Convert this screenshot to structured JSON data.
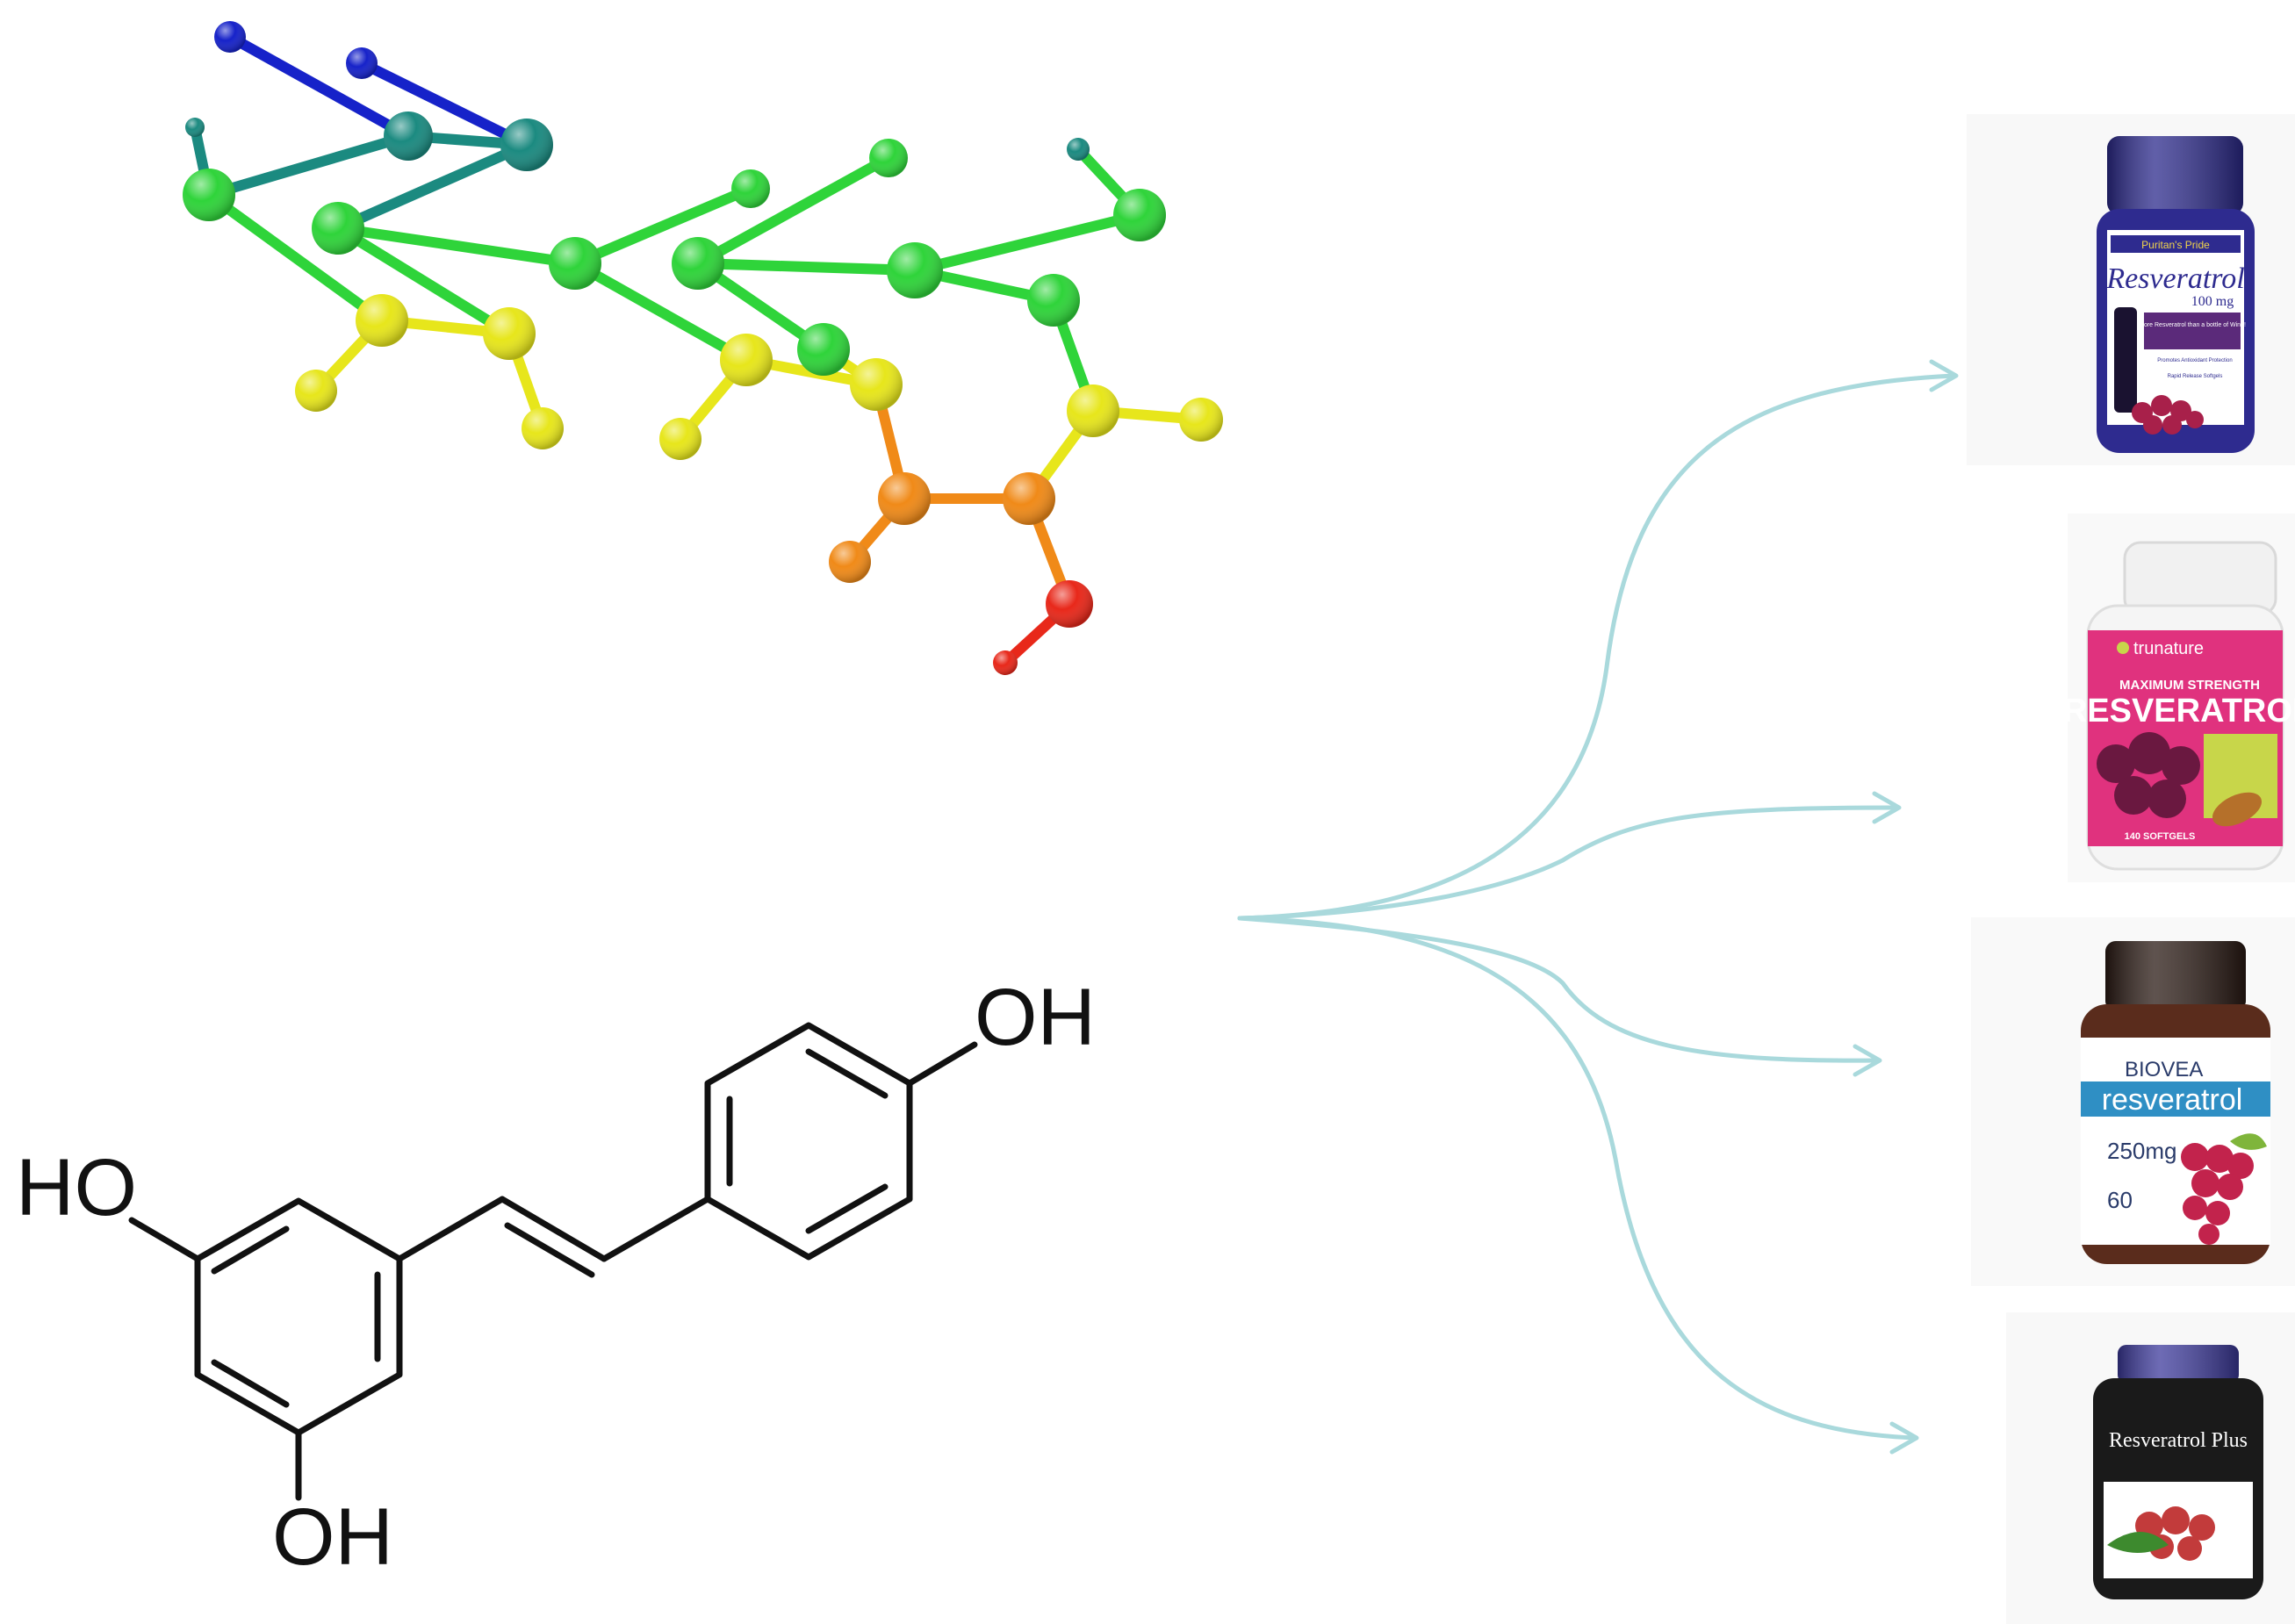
{
  "structure": {
    "labels": {
      "oh_top": "OH",
      "ho_left": "HO",
      "oh_bottom": "OH"
    }
  },
  "products": [
    {
      "name": "product-puritans-pride",
      "brand": "Puritan's Pride",
      "title": "Resveratrol",
      "dose": "100 mg",
      "tagline": "More Resveratrol than a bottle of Wine!",
      "claims": [
        "Promotes Antioxidant Protection",
        "Rapid Release Softgels"
      ],
      "colors": {
        "cap": "#2c2a8c",
        "body": "#2e2b8f",
        "label": "#ffffff",
        "band": "#5b2a7a"
      }
    },
    {
      "name": "product-trunature",
      "brand": "trunature",
      "subtitle": "MAXIMUM STRENGTH",
      "title": "RESVERATROL",
      "count": "140 SOFTGELS",
      "colors": {
        "cap": "#f3f3f3",
        "body": "#f5f5f5",
        "label": "#e0327e",
        "band": "#c8d64a"
      }
    },
    {
      "name": "product-biovea",
      "brand": "BIOVEA",
      "title": "resveratrol",
      "strength": "250mg",
      "count": "60",
      "colors": {
        "cap": "#2a1a14",
        "body": "#5a2c1c",
        "label": "#ffffff",
        "band": "#2f8fc4"
      }
    },
    {
      "name": "product-resveratrol-plus",
      "title": "Resveratrol Plus",
      "colors": {
        "cap": "#3d3a9c",
        "body": "#1a1a1a",
        "label": "#ffffff",
        "band": "#c23b3b"
      }
    }
  ],
  "colors": {
    "arrow": "#a9d9dc",
    "structure_line": "#111111",
    "atom_blue": "#1622c9",
    "atom_teal": "#1b8a80",
    "atom_green": "#2fd43a",
    "atom_yellow": "#e7e61b",
    "atom_orange": "#f08a18",
    "atom_red": "#e8281a"
  }
}
